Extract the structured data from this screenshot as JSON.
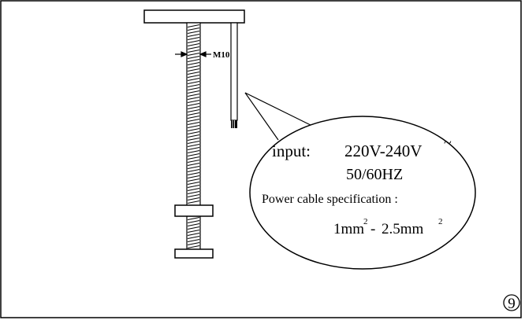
{
  "diagram": {
    "thread_label": "M10",
    "callout": {
      "input_prefix": "input:",
      "voltage": "220V-240V",
      "ac_symbol": "~",
      "frequency": "50/60HZ",
      "cable_spec_label": "Power cable specification :",
      "cable_size_min_base": "1mm",
      "cable_size_sup": "2",
      "cable_size_separator": "-",
      "cable_size_max_base": "2.5mm"
    },
    "page_number": "9"
  },
  "colors": {
    "line": "#000000",
    "background": "#ffffff"
  }
}
